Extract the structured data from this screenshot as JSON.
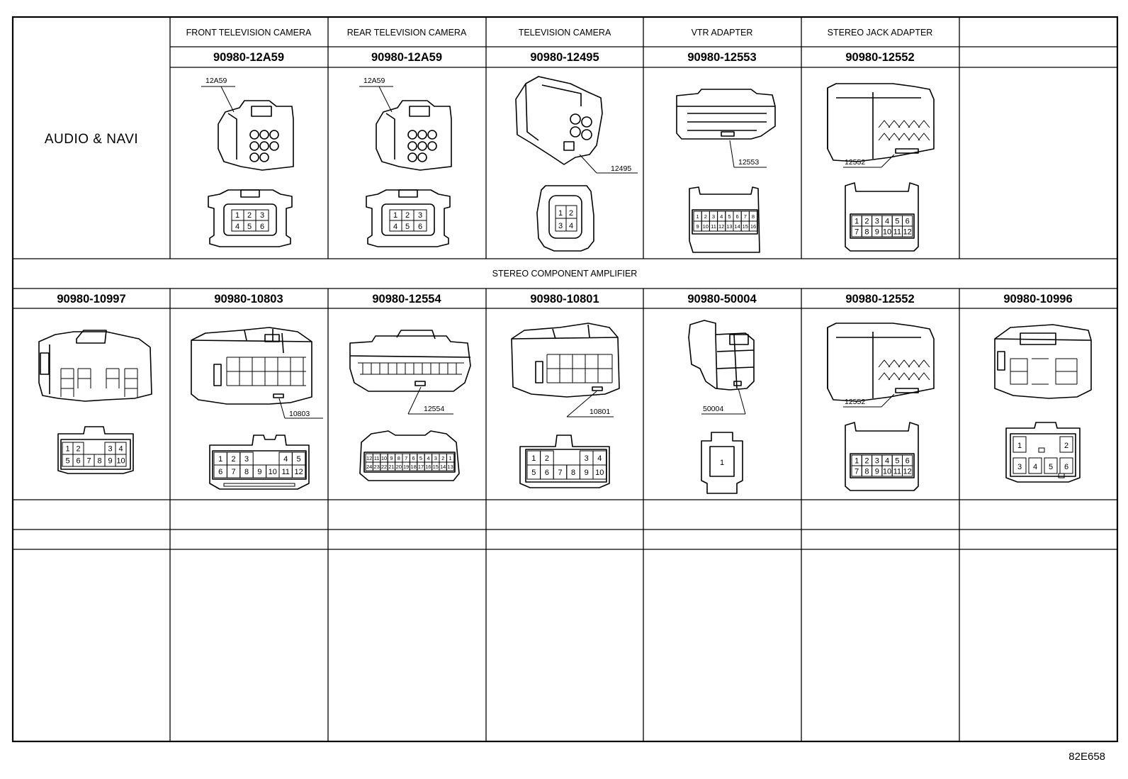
{
  "system_label": "AUDIO & NAVI",
  "section_label": "STEREO COMPONENT AMPLIFIER",
  "figure_id": "82E658",
  "top_row": [
    {
      "caption": "FRONT TELEVISION CAMERA",
      "part_number": "90980-12A59",
      "callout": "12A59",
      "pins": [
        "1",
        "2",
        "3",
        "4",
        "5",
        "6"
      ]
    },
    {
      "caption": "REAR TELEVISION CAMERA",
      "part_number": "90980-12A59",
      "callout": "12A59",
      "pins": [
        "1",
        "2",
        "3",
        "4",
        "5",
        "6"
      ]
    },
    {
      "caption": "TELEVISION CAMERA",
      "part_number": "90980-12495",
      "callout": "12495",
      "pins": [
        "1",
        "2",
        "3",
        "4"
      ]
    },
    {
      "caption": "VTR ADAPTER",
      "part_number": "90980-12553",
      "callout": "12553",
      "pins": [
        "1",
        "2",
        "3",
        "4",
        "5",
        "6",
        "7",
        "8",
        "9",
        "10",
        "11",
        "12",
        "13",
        "14",
        "15",
        "16"
      ]
    },
    {
      "caption": "STEREO JACK ADAPTER",
      "part_number": "90980-12552",
      "callout": "12552",
      "pins": [
        "1",
        "2",
        "3",
        "4",
        "5",
        "6",
        "7",
        "8",
        "9",
        "10",
        "11",
        "12"
      ]
    },
    {
      "caption": "",
      "part_number": "",
      "callout": "",
      "pins": []
    }
  ],
  "bottom_row": [
    {
      "part_number": "90980-10997",
      "callout": "",
      "pins": [
        "1",
        "2",
        "3",
        "4",
        "5",
        "6",
        "7",
        "8",
        "9",
        "10"
      ]
    },
    {
      "part_number": "90980-10803",
      "callout": "10803",
      "pins": [
        "1",
        "2",
        "3",
        "4",
        "5",
        "6",
        "7",
        "8",
        "9",
        "10",
        "11",
        "12"
      ]
    },
    {
      "part_number": "90980-12554",
      "callout": "12554",
      "pins": [
        "12",
        "11",
        "10",
        "9",
        "8",
        "7",
        "6",
        "5",
        "4",
        "3",
        "2",
        "1",
        "24",
        "23",
        "22",
        "21",
        "20",
        "19",
        "18",
        "17",
        "16",
        "15",
        "14",
        "13"
      ]
    },
    {
      "part_number": "90980-10801",
      "callout": "10801",
      "pins": [
        "1",
        "2",
        "3",
        "4",
        "5",
        "6",
        "7",
        "8",
        "9",
        "10"
      ]
    },
    {
      "part_number": "90980-50004",
      "callout": "50004",
      "pins": [
        "1"
      ]
    },
    {
      "part_number": "90980-12552",
      "callout": "12552",
      "pins": [
        "1",
        "2",
        "3",
        "4",
        "5",
        "6",
        "7",
        "8",
        "9",
        "10",
        "11",
        "12"
      ]
    },
    {
      "part_number": "90980-10996",
      "callout": "",
      "pins": [
        "1",
        "2",
        "3",
        "4",
        "5",
        "6"
      ]
    }
  ]
}
